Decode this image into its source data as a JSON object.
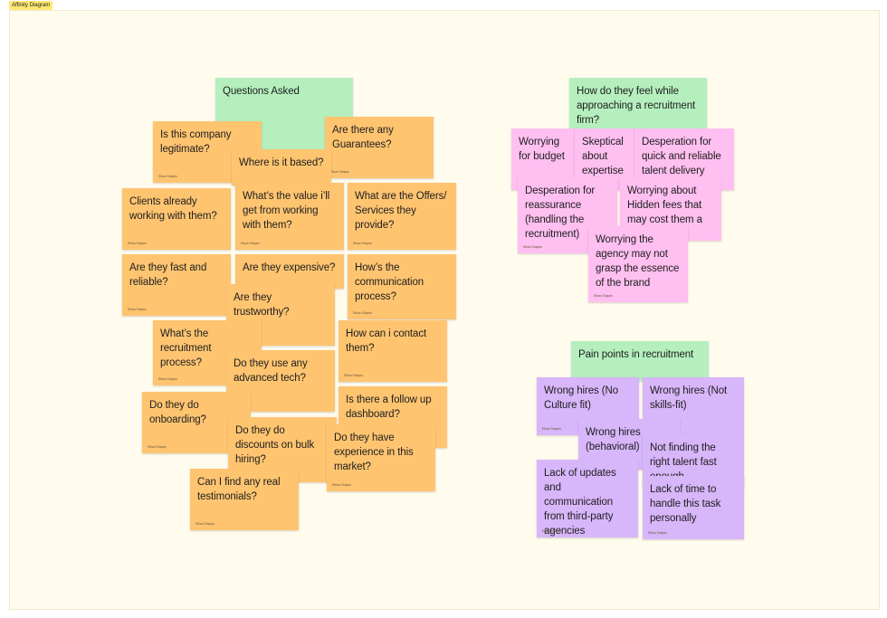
{
  "frame": {
    "label": "Affinity Diagram"
  },
  "author": "Ethan Shapiro",
  "colors": {
    "orange": "#ffc470",
    "green": "#b5efbe",
    "pink": "#ffbff0",
    "purple": "#d8b6fa",
    "board": "#fffbed"
  },
  "questions": {
    "header": "Questions Asked",
    "notes": [
      "Is this company legitimate?",
      "Are there any Guarantees?",
      "Where is it based?",
      "Clients already working with them?",
      "What’s the value i’ll get from working with them?",
      "What are the Offers/ Services they provide?",
      "Are they fast and reliable?",
      "Are they expensive?",
      "How’s the communication process?",
      "Are they trustworthy?",
      "What’s the recruitment process?",
      "How can i contact them?",
      "Do they use any advanced tech?",
      "Is there a follow up dashboard?",
      "Do they do onboarding?",
      "Do they do discounts on bulk hiring?",
      "Do they have experience in this market?",
      "Can I find any real testimonials?"
    ]
  },
  "feelings": {
    "header": "How do they feel while approaching a recruitment firm?",
    "notes": [
      "Worrying for budget",
      "Skeptical about expertise",
      "Desperation for quick and reliable talent delivery",
      "Desperation for reassurance (handling the recruitment)",
      "Worrying about Hidden fees that may cost them a lot",
      "Worrying the agency may not grasp the essence of the brand"
    ]
  },
  "pain_points": {
    "header": "Pain points in recruitment",
    "notes": [
      "Wrong hires (No Culture fit)",
      "Wrong hires (Not skills-fit)",
      "Wrong hires (behavioral)",
      "Not finding the right talent fast enough",
      "Lack of updates and communication from third-party agencies",
      "Lack of time to handle this task personally"
    ]
  }
}
